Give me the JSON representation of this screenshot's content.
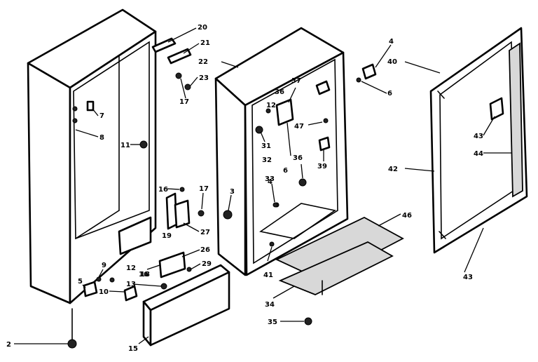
{
  "callouts": {
    "c2": "2",
    "c3": "3",
    "c4a": "4",
    "c4b": "4",
    "c5": "5",
    "c6": "6",
    "c6b": "6",
    "c7": "7",
    "c8": "8",
    "c9": "9",
    "c10": "10",
    "c11": "11",
    "c12a": "12",
    "c12b": "12",
    "c13": "13",
    "c15": "15",
    "c16a": "16",
    "c16b": "16",
    "c17a": "17",
    "c17b": "17",
    "c18": "18",
    "c19": "19",
    "c20": "20",
    "c21": "21",
    "c22": "22",
    "c23": "23",
    "c26": "26",
    "c27": "27",
    "c29": "29",
    "c31": "31",
    "c32": "32",
    "c33": "33",
    "c34": "34",
    "c35": "35",
    "c36a": "36",
    "c36b": "36",
    "c37": "37",
    "c39": "39",
    "c40": "40",
    "c41": "41",
    "c42": "42",
    "c43a": "43",
    "c43b": "43",
    "c44": "44",
    "c46": "46",
    "c47": "47"
  }
}
